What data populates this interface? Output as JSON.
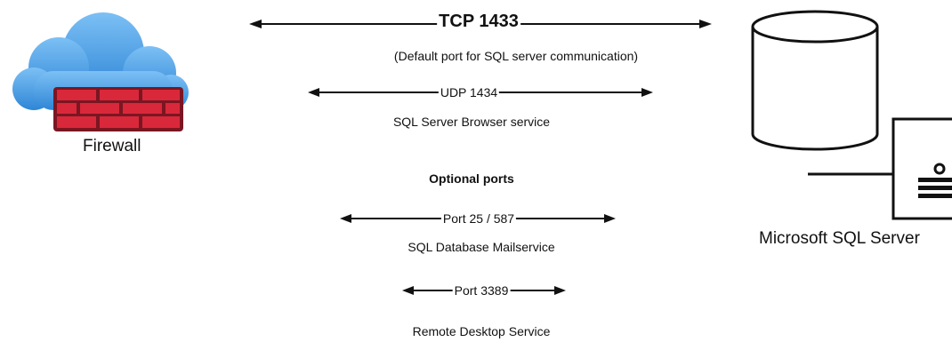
{
  "firewall": {
    "label": "Firewall"
  },
  "server": {
    "label": "Microsoft SQL Server"
  },
  "connections": {
    "tcp": {
      "label": "TCP 1433",
      "desc": "(Default port for SQL server communication)"
    },
    "udp": {
      "label": "UDP 1434",
      "desc": "SQL Server Browser service"
    },
    "optional_heading": "Optional ports",
    "mail": {
      "label": "Port 25 / 587",
      "desc": "SQL Database Mailservice"
    },
    "rdp": {
      "label": "Port 3389",
      "desc": "Remote Desktop Service"
    }
  },
  "colors": {
    "cloud": "#4a9be6",
    "cloud_dark": "#2d7fcf",
    "brick": "#d9283a",
    "brick_dark": "#7a1622",
    "line": "#111111"
  }
}
